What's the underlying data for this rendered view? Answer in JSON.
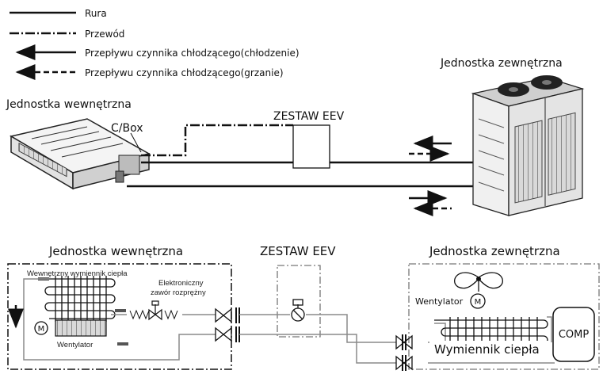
{
  "legend": {
    "pipe": "Rura",
    "wire": "Przewód",
    "flow_cooling": "Przepływu czynnika chłodzącego(chłodzenie)",
    "flow_heating": "Przepływu czynnika chłodzącego(grzanie)"
  },
  "top": {
    "indoor_unit": "Jednostka wewnętrzna",
    "control_box": "C/Box",
    "eev_kit": "ZESTAW EEV",
    "outdoor_unit": "Jednostka zewnętrzna"
  },
  "bottom": {
    "indoor_unit": "Jednostka wewnętrzna",
    "eev_kit": "ZESTAW EEV",
    "outdoor_unit": "Jednostka zewnętrzna",
    "indoor_exchanger": "Wewnętrzny wymiennik ciepła",
    "expansion_valve_line1": "Elektroniczny",
    "expansion_valve_line2": "zawór rozprężny",
    "indoor_fan": "Wentylator",
    "outdoor_fan": "Wentylator",
    "motor": "M",
    "heat_exchanger": "Wymiennik ciepła",
    "compressor": "COMP"
  },
  "colors": {
    "line": "#111111",
    "pipe_gray": "#8a8a8a",
    "unit_fill": "#f2f2f2",
    "unit_dark": "#444444"
  },
  "icons": [
    "motor-icon",
    "valve-icon",
    "fan-icon",
    "compressor-icon"
  ]
}
